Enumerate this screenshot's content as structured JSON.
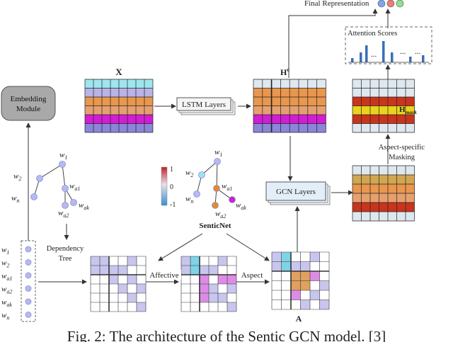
{
  "labels": {
    "final_representation": "Final Representation",
    "attention_scores": "Attention Scores",
    "x_matrix": "X",
    "hc_base": "H",
    "hc_sup": "c",
    "h_mask_base": "H",
    "h_mask_sub": "mask",
    "embedding_module": [
      "Embedding",
      "Module"
    ],
    "lstm_layers": "LSTM Layers",
    "gcn_layers": "GCN Layers",
    "aspect_masking": [
      "Aspect-specific",
      "Masking"
    ],
    "senticnet": "SenticNet",
    "dependency_tree": [
      "Dependency",
      "Tree"
    ],
    "affective": "Affective",
    "aspect": "Aspect",
    "a_matrix": "A",
    "dots": "...",
    "colorbar_max": "1",
    "colorbar_mid": "0",
    "colorbar_min": "-1"
  },
  "tokens": [
    {
      "base": "w",
      "sub": "1"
    },
    {
      "base": "w",
      "sub": "2"
    },
    {
      "base": "w",
      "sub": "a1"
    },
    {
      "base": "w",
      "sub": "a2"
    },
    {
      "base": "w",
      "sub": "ak"
    },
    {
      "base": "w",
      "sub": "n"
    }
  ],
  "caption": "Fig. 2: The architecture of the Sentic GCN model. [3]",
  "colors": {
    "node": "#b7b9ef",
    "node_stroke": "#8d90d8",
    "aspect_node": "#e58b2c",
    "sentiment_pos": "#9ee0f5",
    "sentiment_neg": "#cc22cc",
    "row_cyan": "#9fe6ee",
    "row_lavender": "#b9b3e8",
    "row_orange": "#e9964e",
    "row_peach": "#e6a070",
    "row_magenta": "#d31cd6",
    "row_purple": "#8a86d8",
    "row_empty": "#dfe7ef",
    "row_yellow": "#ead21e",
    "row_red": "#c9341c",
    "row_gold": "#d2a650",
    "bar_blue": "#3a6fb8",
    "cell_adj": "#c8c6ee",
    "cell_magenta": "#dd8ce6",
    "cell_orange": "#e0a060",
    "cell_cyan": "#7fd3e6",
    "circle_blue": "#7da7e8",
    "circle_red": "#ea7d7d",
    "circle_green": "#8fe08f"
  }
}
